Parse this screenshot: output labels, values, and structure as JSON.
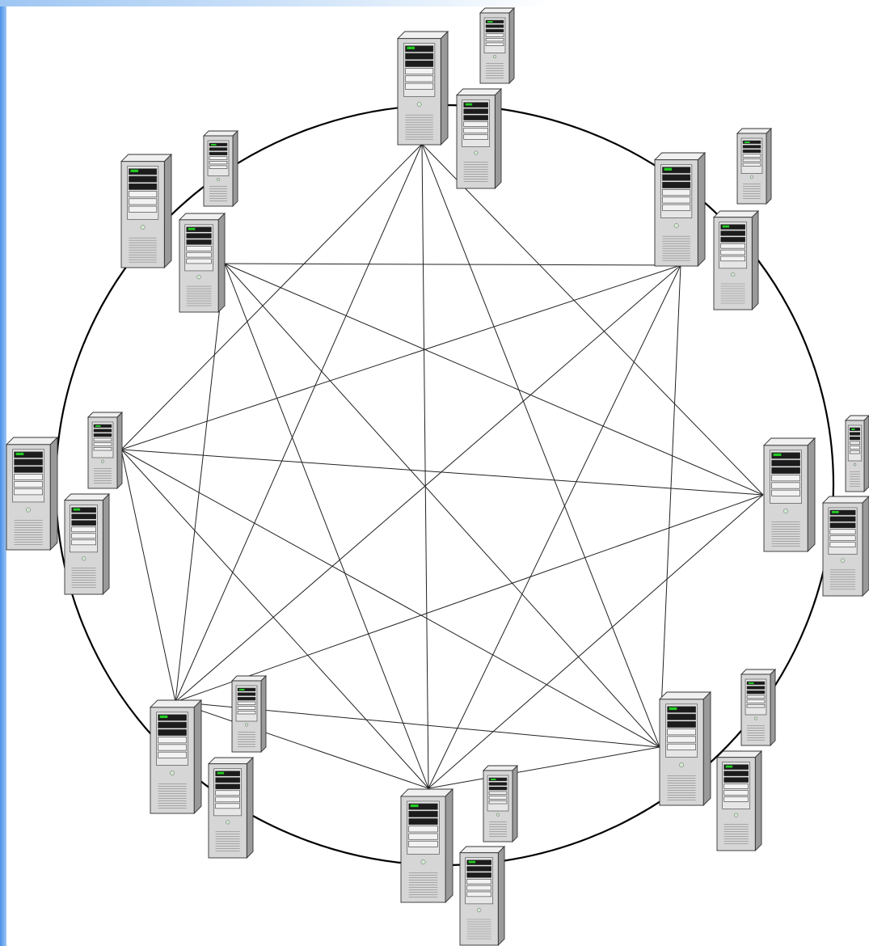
{
  "diagram": {
    "kind": "network-topology",
    "ring": {
      "stroke": "#000000"
    },
    "hubs": [
      {
        "id": "top"
      },
      {
        "id": "upper-left"
      },
      {
        "id": "upper-right"
      },
      {
        "id": "left"
      },
      {
        "id": "right"
      },
      {
        "id": "lower-left"
      },
      {
        "id": "bottom"
      },
      {
        "id": "lower-right"
      }
    ],
    "links": [
      [
        "top",
        "left"
      ],
      [
        "top",
        "lower-left"
      ],
      [
        "top",
        "bottom"
      ],
      [
        "top",
        "lower-right"
      ],
      [
        "top",
        "right"
      ],
      [
        "upper-left",
        "upper-right"
      ],
      [
        "upper-left",
        "right"
      ],
      [
        "upper-left",
        "lower-right"
      ],
      [
        "upper-left",
        "bottom"
      ],
      [
        "upper-left",
        "lower-left"
      ],
      [
        "upper-right",
        "left"
      ],
      [
        "upper-right",
        "lower-left"
      ],
      [
        "upper-right",
        "bottom"
      ],
      [
        "upper-right",
        "lower-right"
      ],
      [
        "left",
        "right"
      ],
      [
        "left",
        "lower-right"
      ],
      [
        "left",
        "bottom"
      ],
      [
        "left",
        "lower-left"
      ],
      [
        "right",
        "lower-left"
      ],
      [
        "right",
        "bottom"
      ],
      [
        "lower-left",
        "lower-right"
      ],
      [
        "lower-left",
        "bottom"
      ],
      [
        "bottom",
        "lower-right"
      ]
    ],
    "colors": {
      "server_body": "#d6d6d6",
      "server_side": "#9a9a9a",
      "server_top": "#f0f0f0",
      "server_screen": "#1c1c1c",
      "server_led": "#22cc22",
      "link": "#222222",
      "accent_edge": "#4a90e8"
    }
  }
}
